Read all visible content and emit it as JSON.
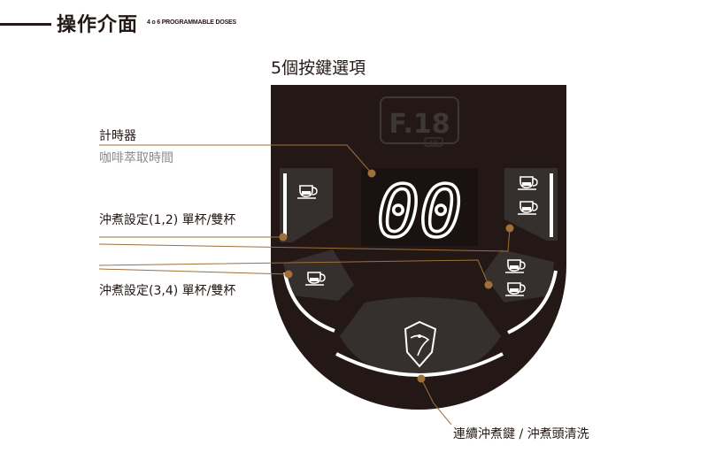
{
  "header": {
    "title": "操作介面",
    "subtitle": "4 o 6 PROGRAMMABLE DOSES"
  },
  "panel_title": "5個按鍵選項",
  "display": {
    "logo": "F.18",
    "logo_badge": "SB",
    "digits": "00"
  },
  "labels": {
    "timer": "計時器",
    "timer_sub": "咖啡萃取時間",
    "brew_12": "沖煮設定(1,2) 單杯/雙杯",
    "brew_34": "沖煮設定(3,4) 單杯/雙杯",
    "continuous": "連續沖煮鍵 / 沖煮頭清洗"
  },
  "icons": {
    "single_cup": "single-cup-icon",
    "double_cup": "double-cup-icon",
    "brand": "phoenix-logo-icon"
  },
  "colors": {
    "panel": "#231815",
    "button": "#35302e",
    "leader": "#a0703a",
    "accent_light": "#ffffff"
  }
}
